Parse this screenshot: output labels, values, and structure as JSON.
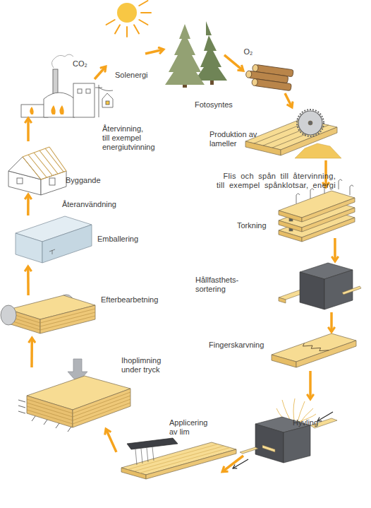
{
  "diagram": {
    "nodes": [
      {
        "text": [
          "Fotosyntes"
        ]
      },
      {
        "text": [
          "Produktion av lameller"
        ]
      },
      {
        "text": [
          "Torkning"
        ]
      },
      {
        "text": [
          "Hållfasthets- sortering"
        ]
      },
      {
        "text": [
          "Fingerskarvning"
        ]
      },
      {
        "text": [
          "Hyvling"
        ]
      },
      {
        "text": [
          "Applicering av lim"
        ]
      },
      {
        "text": [
          "Ihoplimning under tryck"
        ]
      },
      {
        "text": [
          "Efterbearbetning"
        ]
      },
      {
        "text": [
          "Emballering"
        ]
      },
      {
        "text": [
          "Byggande"
        ]
      },
      {
        "text": [
          "Återvinning, till exempel energiutvinning"
        ]
      }
    ],
    "edges": [
      {
        "from": 0,
        "to": 1,
        "arrow": "to",
        "label": "O₂"
      },
      {
        "from": 1,
        "to": 2,
        "arrow": "to"
      },
      {
        "from": 2,
        "to": 3,
        "arrow": "to"
      },
      {
        "from": 3,
        "to": 4,
        "arrow": "to"
      },
      {
        "from": 4,
        "to": 5,
        "arrow": "to"
      },
      {
        "from": 5,
        "to": 6,
        "arrow": "to"
      },
      {
        "from": 6,
        "to": 7,
        "arrow": "to"
      },
      {
        "from": 7,
        "to": 8,
        "arrow": "to"
      },
      {
        "from": 8,
        "to": 9,
        "arrow": "to"
      },
      {
        "from": 9,
        "to": 10,
        "arrow": "to",
        "label": "Återanvändning"
      },
      {
        "from": 10,
        "to": 11,
        "arrow": "to"
      }
    ],
    "labels": [
      "CO₂",
      "Solenergi",
      "Flis och spån till återvinning, till exempel spånklotsar, energi"
    ]
  }
}
